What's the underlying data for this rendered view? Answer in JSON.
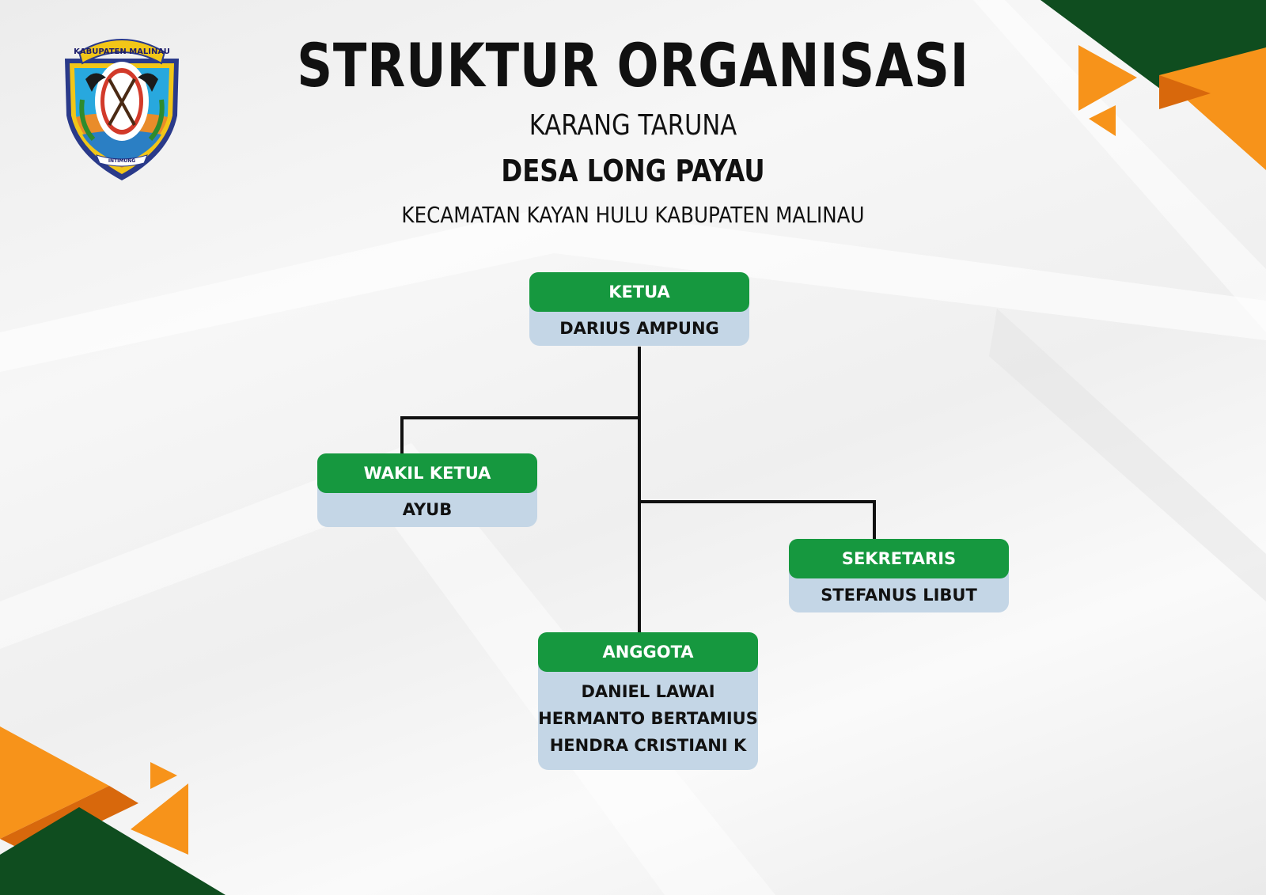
{
  "header": {
    "title": "STRUKTUR ORGANISASI",
    "subtitle_line1": "KARANG TARUNA",
    "subtitle_line2": "DESA LONG PAYAU",
    "subtitle_line3": "KECAMATAN KAYAN HULU KABUPATEN MALINAU"
  },
  "logo": {
    "banner_text": "KABUPATEN MALINAU",
    "motto_text": "INTIMUNG"
  },
  "org": {
    "ketua": {
      "role": "KETUA",
      "name": "DARIUS AMPUNG"
    },
    "wakil_ketua": {
      "role": "WAKIL KETUA",
      "name": "AYUB"
    },
    "sekretaris": {
      "role": "SEKRETARIS",
      "name": "STEFANUS LIBUT"
    },
    "anggota": {
      "role": "ANGGOTA",
      "members": [
        "DANIEL LAWAI",
        "HERMANTO BERTAMIUS",
        "HENDRA CRISTIANI K"
      ]
    }
  },
  "colors": {
    "node_header": "#16983f",
    "node_body": "#c4d6e6",
    "accent_green": "#0f4d1f",
    "accent_orange": "#f7931a",
    "accent_orange_dark": "#d8680c"
  }
}
